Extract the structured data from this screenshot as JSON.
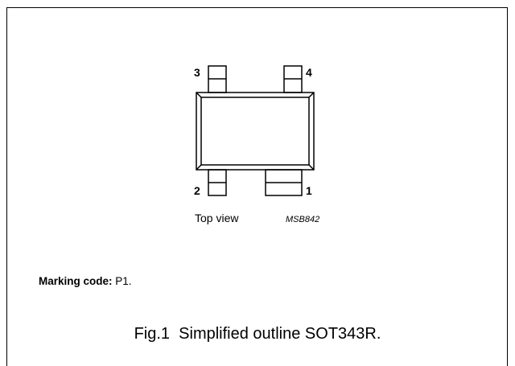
{
  "diagram": {
    "pins": {
      "pin1": "1",
      "pin2": "2",
      "pin3": "3",
      "pin4": "4"
    },
    "view_label": "Top view",
    "code_label": "MSB842"
  },
  "marking": {
    "label": "Marking code:",
    "value": " P1."
  },
  "caption": "Fig.1  Simplified outline SOT343R."
}
